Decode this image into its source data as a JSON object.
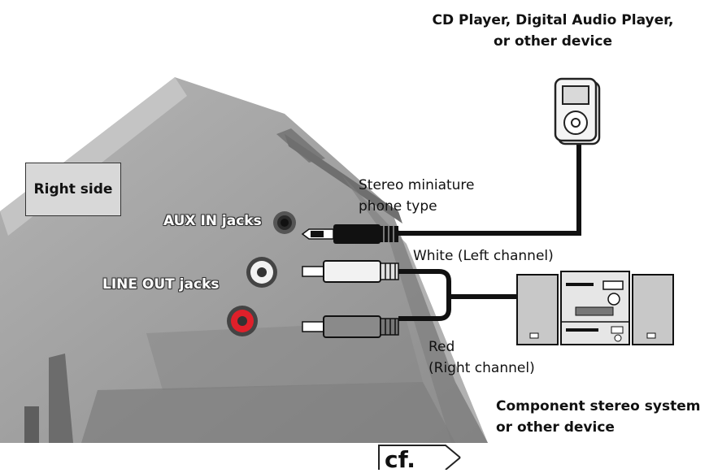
{
  "device_label": "CD Player, Digital Audio Player, or other device",
  "device_label_line1": "CD Player, Digital Audio Player,",
  "device_label_line2": "or other device",
  "side_box": "Right side",
  "aux_label": "AUX IN jacks",
  "lineout_label": "LINE OUT jacks",
  "cable_type_line1": "Stereo miniature",
  "cable_type_line2": "phone type",
  "white_label": "White (Left channel)",
  "red_label_line1": "Red",
  "red_label_line2": "(Right channel)",
  "stereo_line1": "Component stereo system",
  "stereo_line2": "or other device",
  "cf_label": "cf.",
  "colors": {
    "white_plug": "#f2f2f2",
    "red_jack": "#e0202a",
    "body": "#9a9a9a",
    "cable": "#111111"
  },
  "icons": [
    "audio-player-icon",
    "stereo-system-icon",
    "mini-plug-icon",
    "rca-plug-icon"
  ]
}
